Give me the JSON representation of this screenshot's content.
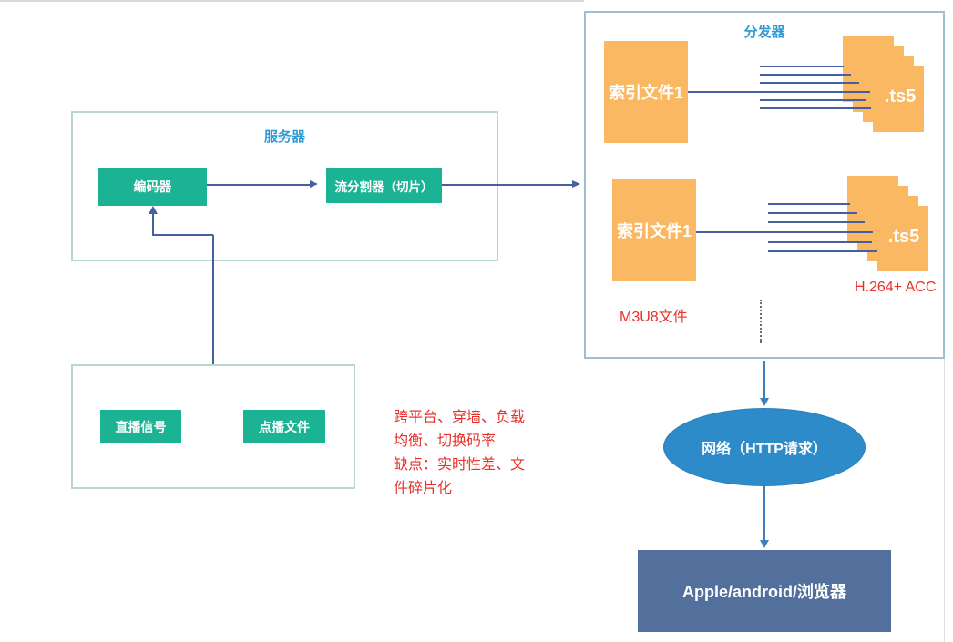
{
  "colors": {
    "node_green": "#1bb394",
    "node_orange": "#fbb863",
    "title_blue": "#2e9bd5",
    "annotation_red": "#e8312a",
    "network_blue": "#2e8bca",
    "client_slate": "#52709b",
    "connector_navy": "#44609e",
    "server_border_green": "#b7d8cb",
    "distributor_border_blue": "#9fbdd3"
  },
  "server_group": {
    "title": "服务器",
    "encoder_label": "编码器",
    "splitter_label": "流分割器（切片）"
  },
  "source_group": {
    "live_label": "直播信号",
    "vod_label": "点播文件"
  },
  "distributor": {
    "title": "分发器",
    "rows": [
      {
        "index_label": "索引文件1",
        "ts_label": ".ts5"
      },
      {
        "index_label": "索引文件1",
        "ts_label": ".ts5"
      }
    ],
    "m3u8_label": "M3U8文件",
    "codec_label": "H.264+ ACC"
  },
  "notes": {
    "lines": [
      "跨平台、穿墙、负载",
      "均衡、切换码率",
      "缺点：实时性差、文",
      "件碎片化"
    ]
  },
  "network": {
    "label": "网络（HTTP请求）"
  },
  "client": {
    "label": "Apple/android/浏览器"
  }
}
